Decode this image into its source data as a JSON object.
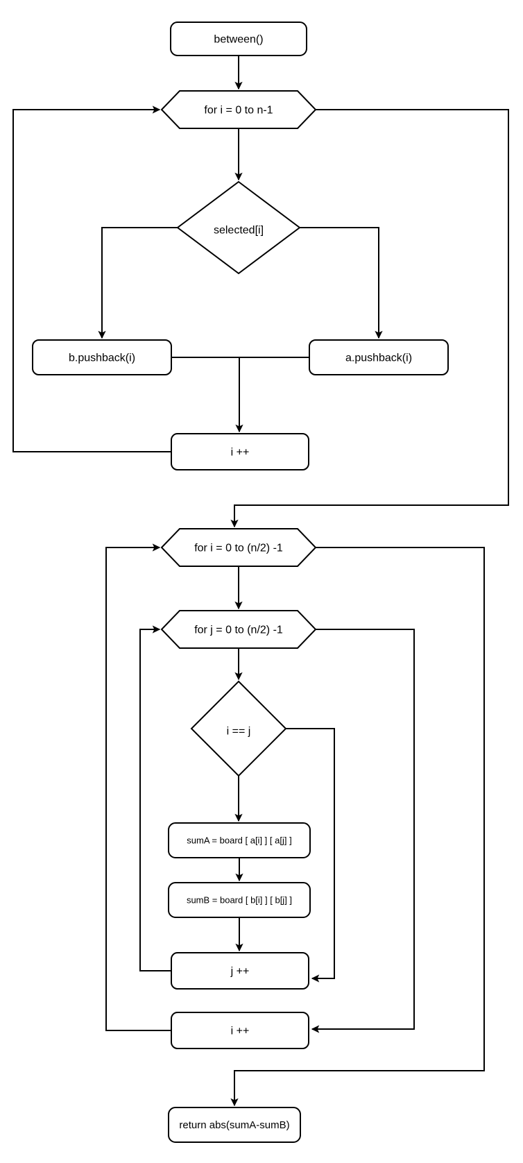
{
  "page": {
    "background": "#ffffff"
  },
  "diagram": {
    "kind": "flowchart",
    "stroke_color": "#000000",
    "node_fill": "#ffffff",
    "text_color": "#000000",
    "nodes": {
      "start": {
        "label": "between()",
        "type": "terminator"
      },
      "loop_i_n": {
        "label": "for i = 0 to n-1",
        "type": "loop-limit"
      },
      "selected": {
        "label": "selected[i]",
        "type": "decision"
      },
      "push_b": {
        "label": "b.pushback(i)",
        "type": "process"
      },
      "push_a": {
        "label": "a.pushback(i)",
        "type": "process"
      },
      "inc_i_1": {
        "label": "i ++",
        "type": "process"
      },
      "loop_i_half": {
        "label": "for i = 0 to (n/2) -1",
        "type": "loop-limit"
      },
      "loop_j_half": {
        "label": "for j = 0 to (n/2) -1",
        "type": "loop-limit"
      },
      "i_eq_j": {
        "label": "i == j",
        "type": "decision"
      },
      "sum_a": {
        "label": "sumA = board [ a[i] ] [ a[j] ]",
        "type": "process"
      },
      "sum_b": {
        "label": "sumB = board [ b[i] ] [ b[j] ]",
        "type": "process"
      },
      "inc_j": {
        "label": "j ++",
        "type": "process"
      },
      "inc_i_2": {
        "label": "i ++",
        "type": "process"
      },
      "return": {
        "label": "return abs(sumA-sumB)",
        "type": "terminator"
      }
    }
  }
}
